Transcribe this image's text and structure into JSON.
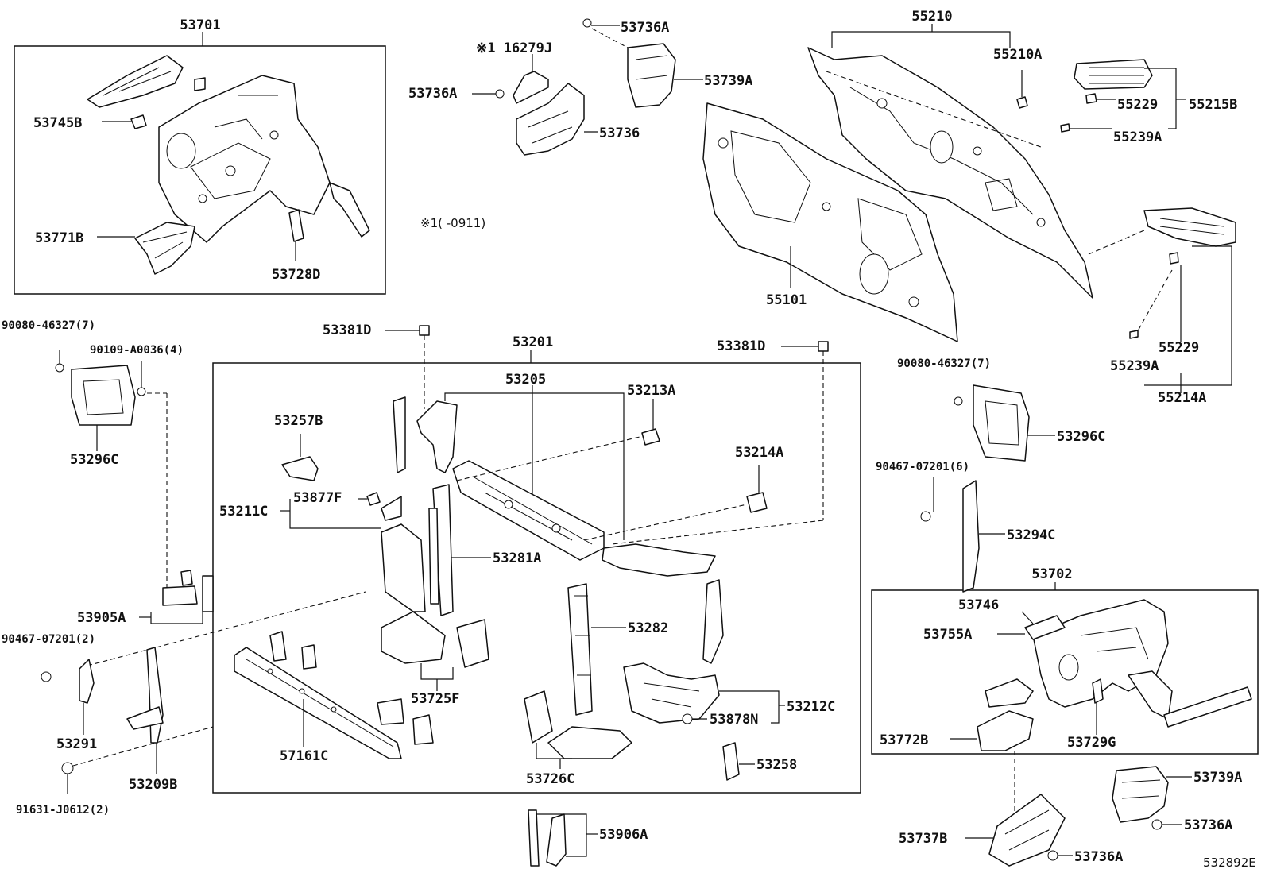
{
  "labels": {
    "l53701": "53701",
    "l53745B": "53745B",
    "l53771B": "53771B",
    "l53728D": "53728D",
    "l53736A_top": "53736A",
    "l53739A_top": "53739A",
    "l16279J": "※1 16279J",
    "l53736A_left": "53736A",
    "l53736": "53736",
    "note_range": "※1(    -0911)",
    "l55210": "55210",
    "l55210A": "55210A",
    "l55229_top": "55229",
    "l55215B": "55215B",
    "l55239A_top": "55239A",
    "l55101": "55101",
    "l55229_bot": "55229",
    "l55239A_bot": "55239A",
    "l55214A": "55214A",
    "l90080_left": "90080-46327(7)",
    "l90109": "90109-A0036(4)",
    "l53296C_left": "53296C",
    "l53381D_left": "53381D",
    "l53201": "53201",
    "l53205": "53205",
    "l53213A": "53213A",
    "l53381D_right": "53381D",
    "l53257B": "53257B",
    "l53214A": "53214A",
    "l53211C": "53211C",
    "l53877F": "53877F",
    "l53281A": "53281A",
    "l53282": "53282",
    "l53725F": "53725F",
    "l53212C": "53212C",
    "l53878N": "53878N",
    "l57161C": "57161C",
    "l53726C": "53726C",
    "l53258": "53258",
    "l53905A": "53905A",
    "l90467_left": "90467-07201(2)",
    "l53291": "53291",
    "l53209B": "53209B",
    "l91631": "91631-J0612(2)",
    "l53906A": "53906A",
    "l90080_right": "90080-46327(7)",
    "l53296C_right": "53296C",
    "l90467_right": "90467-07201(6)",
    "l53294C": "53294C",
    "l53702": "53702",
    "l53746": "53746",
    "l53755A": "53755A",
    "l53772B": "53772B",
    "l53729G": "53729G",
    "l53739A_bot": "53739A",
    "l53736A_bot1": "53736A",
    "l53737B": "53737B",
    "l53736A_bot2": "53736A",
    "diagram_id": "532892E"
  }
}
